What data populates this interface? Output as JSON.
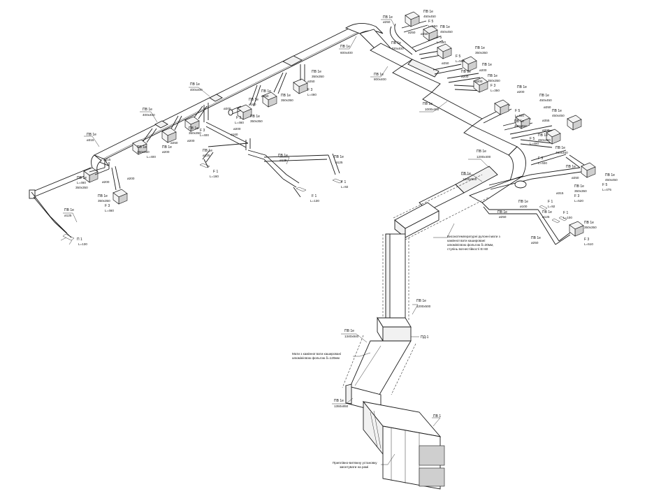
{
  "labels": {
    "pv1e": "ПВ 1е",
    "pv1": "ПВ 1",
    "p1": "П 1",
    "f1": "F 1",
    "f3": "F 3",
    "f5": "F 5",
    "pd1": "ПД-1"
  },
  "sizes": {
    "d125": "ø125",
    "d160": "ø160",
    "d200": "ø200",
    "d250": "ø250",
    "d315": "ø315",
    "d355": "ø355",
    "d100": "ø100",
    "s350": "350x350",
    "s450": "450x450",
    "s400x400": "400x400",
    "s600x400": "600x400",
    "s800x400": "800x400",
    "s1000x400": "1000x400",
    "s1200x400": "1200x400",
    "s1200x500": "1200x500",
    "s1340x840": "1340x840",
    "s1350x850": "1350x850"
  },
  "lengths": {
    "l92": "L=92",
    "l100": "L=100",
    "l130": "L=130",
    "l160": "L=160",
    "l330": "L=330",
    "l350": "L=350",
    "l400": "L=400",
    "l460": "L=460",
    "l475": "L=475",
    "l510": "L=510",
    "l520": "L=520",
    "l550": "L=550",
    "l560": "L=560"
  },
  "notes": {
    "insulation_hot_line1": "Високотемпературні рулонні мати з",
    "insulation_hot_line2": "камінної вати кашировані",
    "insulation_hot_line3": "алюмінієвою фольгою δ=30мм,",
    "insulation_hot_line4": "ступінь вогнестійкості EI 60",
    "insulation_mats_line1": "Мати з камінної вати кашировані",
    "insulation_mats_line2": "алюмінієвою фольгою δ=120мм",
    "unit_line1": "Приплівно-витяжну установку",
    "unit_line2": "змонтувати на рамі"
  }
}
